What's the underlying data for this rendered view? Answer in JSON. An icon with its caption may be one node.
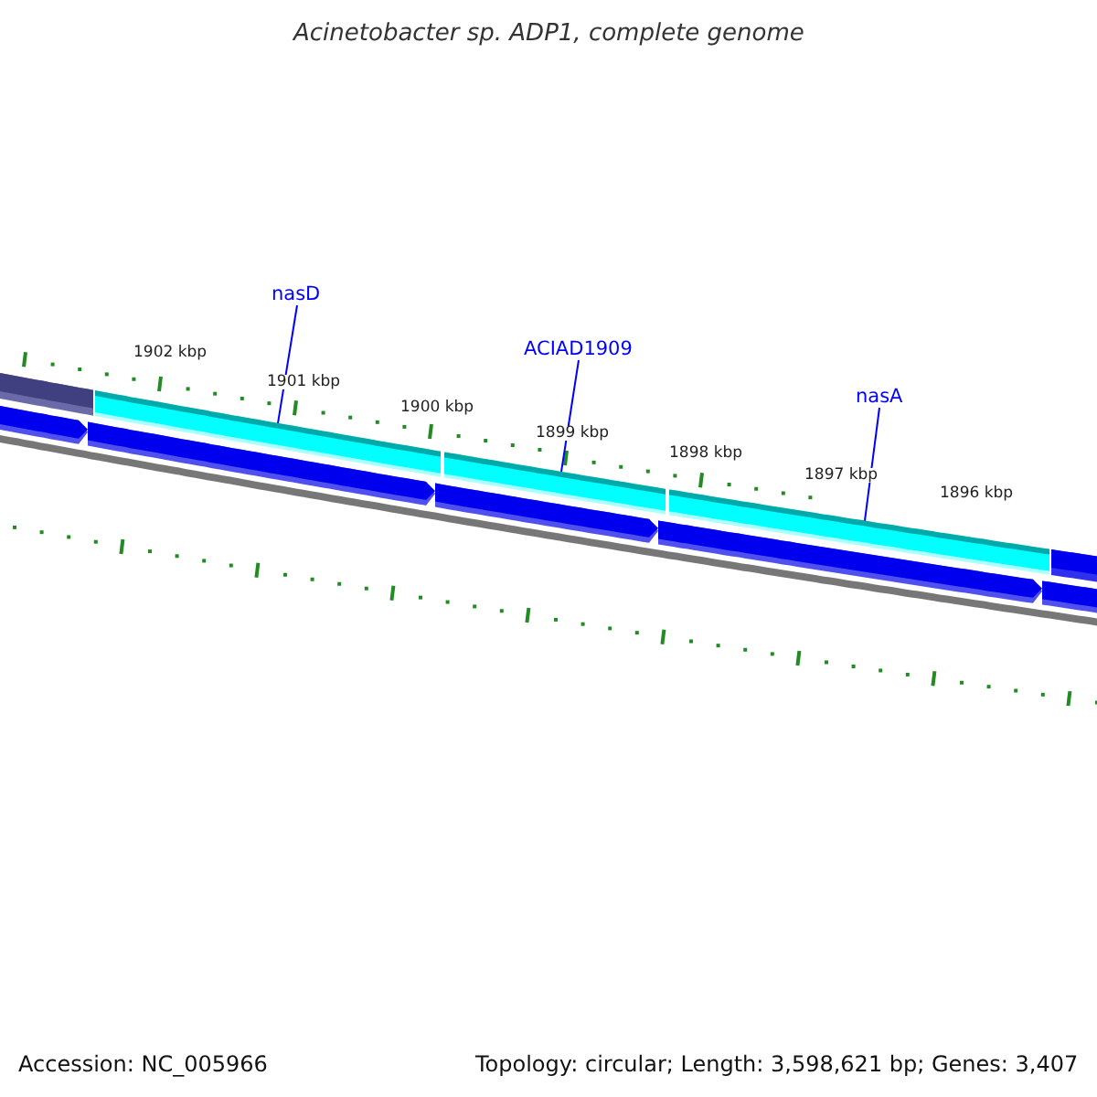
{
  "diagram": {
    "title": "Acinetobacter sp. ADP1, complete genome",
    "nodes": [
      {
        "text": [
          "nasD"
        ]
      },
      {
        "text": [
          "ACIAD1909"
        ]
      },
      {
        "text": [
          "nasA"
        ]
      },
      {
        "text": [],
        "shape": "bar"
      },
      {
        "text": [],
        "shape": "bar"
      },
      {
        "text": [],
        "shape": "bar"
      }
    ],
    "edges": [
      {
        "from": 0,
        "to": 3,
        "arrow": "none",
        "color": "#0000ff"
      },
      {
        "from": 1,
        "to": 4,
        "arrow": "none",
        "color": "#0000ff"
      },
      {
        "from": 2,
        "to": 5,
        "arrow": "none",
        "color": "#0000ff"
      }
    ],
    "labels": [
      "1902 kbp",
      "1901 kbp",
      "1900 kbp",
      "1899 kbp",
      "1898 kbp",
      "1897 kbp",
      "1896 kbp",
      "Accession: NC_005966",
      "Topology: circular; Length: 3,598,621 bp; Genes: 3,407"
    ]
  }
}
